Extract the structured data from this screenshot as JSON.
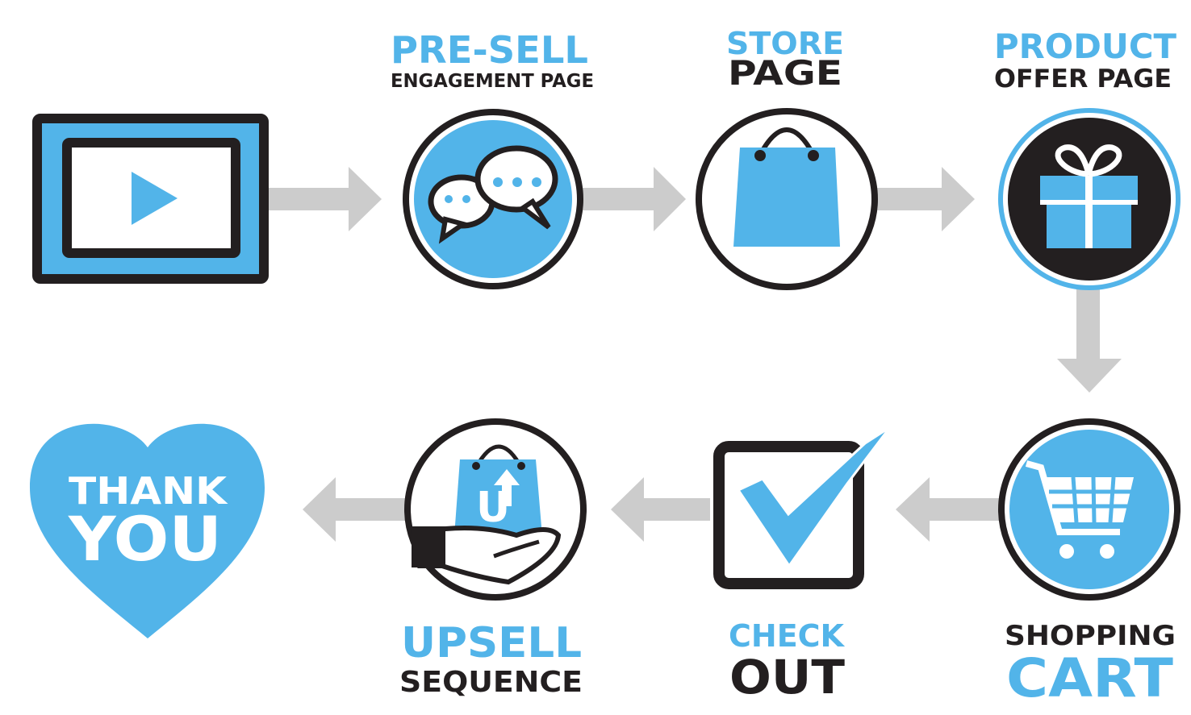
{
  "colors": {
    "accent": "#52b4e9",
    "dark": "#231f20",
    "arrow": "#cccccc"
  },
  "steps": [
    {
      "id": "video",
      "icon": "video-play-icon"
    },
    {
      "id": "pre-sell",
      "title": "PRE-SELL",
      "subtitle": "ENGAGEMENT PAGE",
      "icon": "chat-bubbles-icon"
    },
    {
      "id": "store",
      "title": "STORE",
      "subtitle": "PAGE",
      "icon": "shopping-bag-icon"
    },
    {
      "id": "product",
      "title": "PRODUCT",
      "subtitle": "OFFER PAGE",
      "icon": "gift-icon"
    },
    {
      "id": "cart",
      "title": "CART",
      "subtitle": "SHOPPING",
      "icon": "shopping-cart-icon"
    },
    {
      "id": "checkout",
      "title": "CHECK",
      "subtitle": "OUT",
      "icon": "checkbox-check-icon"
    },
    {
      "id": "upsell",
      "title": "UPSELL",
      "subtitle": "SEQUENCE",
      "icon": "hand-bag-upsell-icon"
    },
    {
      "id": "thank-you",
      "line1": "THANK",
      "line2": "YOU",
      "icon": "heart-icon"
    }
  ]
}
